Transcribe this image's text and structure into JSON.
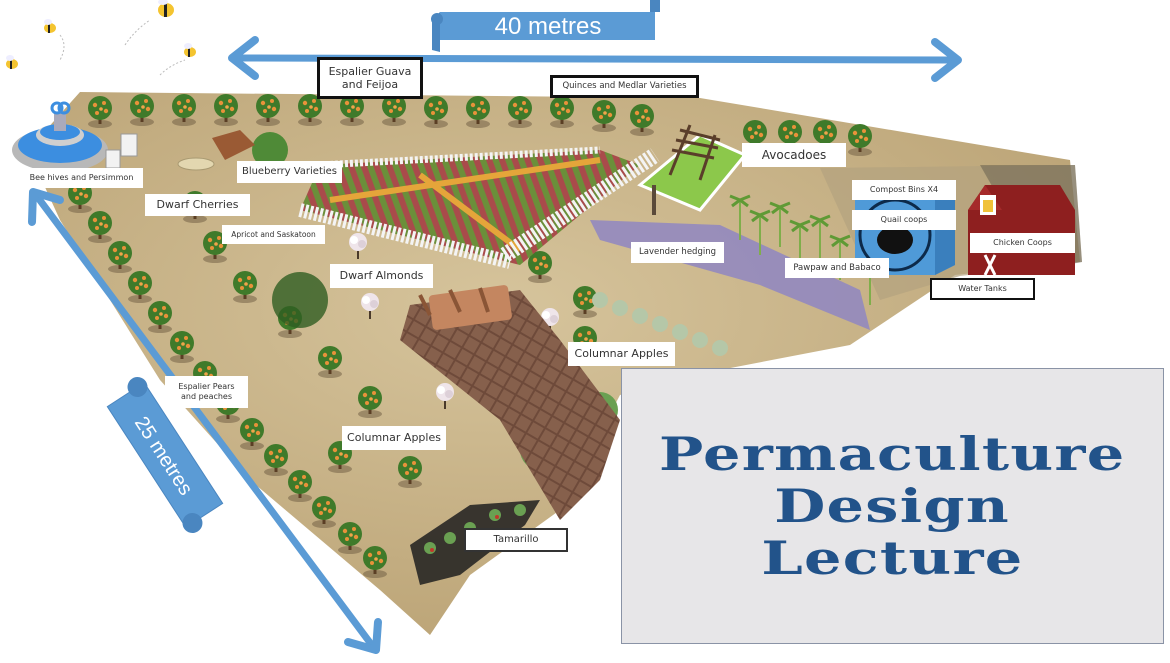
{
  "diagram": {
    "title_lines": [
      "Permaculture",
      "Design",
      "Lecture"
    ],
    "dimensions": {
      "width_label": "40 metres",
      "depth_label": "25 metres"
    },
    "labels": {
      "espalier_guava": "Espalier Guava\nand Feijoa",
      "espalier_guava_l1": "Espalier Guava",
      "espalier_guava_l2": "and Feijoa",
      "quinces": "Quinces and Medlar Varieties",
      "avocadoes": "Avocadoes",
      "bee_hives": "Bee hives and Persimmon",
      "blueberry": "Blueberry Varieties",
      "dwarf_cherries": "Dwarf Cherries",
      "apricot": "Apricot and Saskatoon",
      "dwarf_almonds": "Dwarf Almonds",
      "lavender": "Lavender hedging",
      "compost": "Compost Bins X4",
      "quail": "Quail coops",
      "chicken": "Chicken Coops",
      "pawpaw": "Pawpaw and Babaco",
      "water_tanks": "Water Tanks",
      "columnar_apples_right": "Columnar Apples",
      "columnar_apples_left": "Columnar Apples",
      "espalier_pears_l1": "Espalier Pears",
      "espalier_pears_l2": "and peaches",
      "tamarillo": "Tamarillo"
    },
    "colors": {
      "arrow_blue": "#5b9bd5",
      "banner_blue": "#5b9bd5",
      "title_blue": "#22538a",
      "title_bg": "#e7e6e8",
      "soil": "#c9b48a",
      "tree_green": "#3f7a2a",
      "fruit_orange": "#e8923a",
      "lavender": "#8f86c2",
      "barn_red": "#8e1f1f",
      "tank_blue": "#4f9ad8"
    }
  }
}
